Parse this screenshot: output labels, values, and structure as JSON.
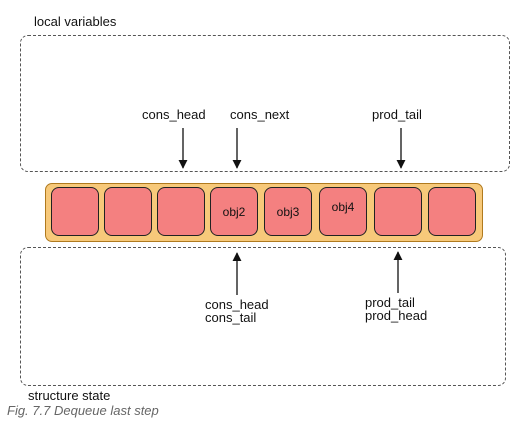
{
  "labels": {
    "local_variables": "local variables",
    "structure_state": "structure state",
    "caption": "Fig. 7.7 Dequeue last step"
  },
  "slots": [
    "",
    "",
    "",
    "obj2",
    "obj3",
    "obj4",
    "",
    ""
  ],
  "local_pointers": {
    "cons_head": "cons_head",
    "cons_next": "cons_next",
    "prod_tail": "prod_tail"
  },
  "state_pointers": {
    "cons_head": "cons_head",
    "cons_tail": "cons_tail",
    "prod_tail": "prod_tail",
    "prod_head": "prod_head"
  },
  "colors": {
    "ring": "#f7c97a",
    "slot": "#f48080"
  }
}
